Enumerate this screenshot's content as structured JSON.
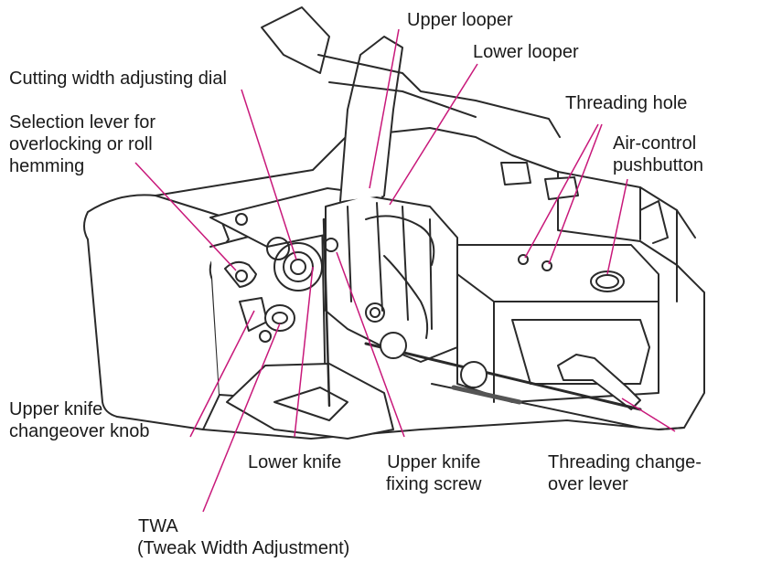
{
  "accent_color": "#c8187a",
  "line_color": "#222222",
  "labels": {
    "upper_looper": "Upper looper",
    "lower_looper": "Lower looper",
    "cutting_dial": "Cutting width adjusting dial",
    "threading_hole": "Threading hole",
    "selection_lever": [
      "Selection lever for",
      "overlocking or roll",
      "hemming"
    ],
    "air_control": [
      "Air-control",
      "pushbutton"
    ],
    "upper_knife_knob": [
      "Upper knife",
      "changeover knob"
    ],
    "lower_knife": "Lower knife",
    "upper_knife_screw": [
      "Upper knife",
      "fixing screw"
    ],
    "threading_lever": [
      "Threading change-",
      "over lever"
    ],
    "twa": [
      "TWA",
      "(Tweak Width Adjustment)"
    ]
  }
}
